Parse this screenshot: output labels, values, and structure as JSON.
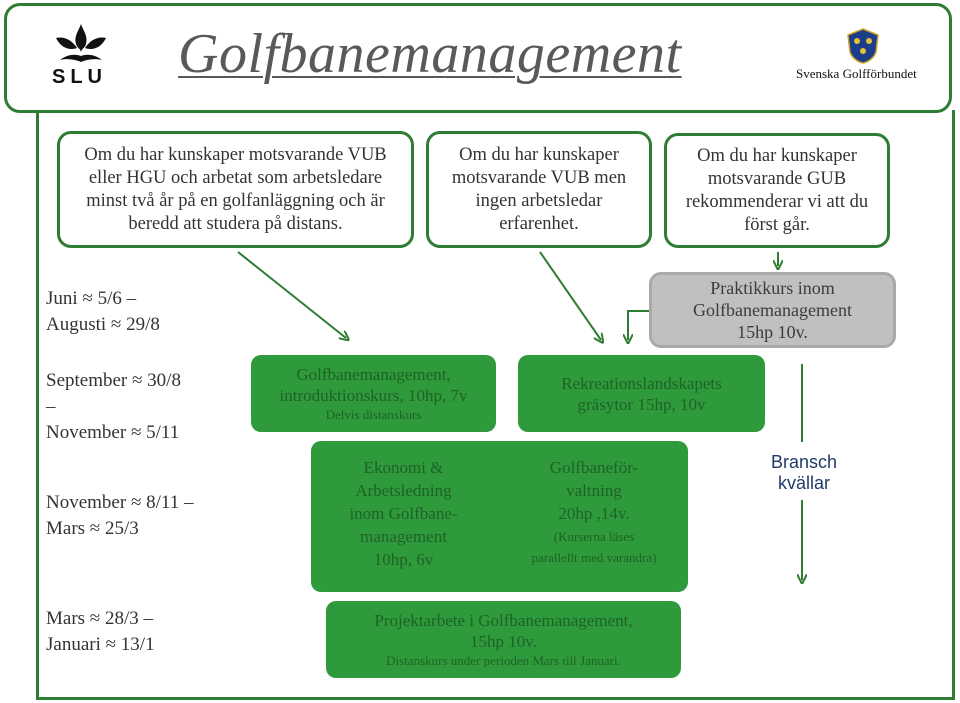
{
  "header": {
    "title": "Golfbanemanagement",
    "left_logo_text": "SLU",
    "right_logo_text": "Svenska Golfförbundet"
  },
  "info_boxes": [
    "Om du har kunskaper motsvarande VUB\neller HGU och arbetat som arbetsledare\nminst två år på en golfanläggning och är\nberedd att studera på distans.",
    "Om du har kunskaper\nmotsvarande VUB men\ningen arbetsledar\nerfarenhet.",
    "Om du har kunskaper\nmotsvarande GUB\nrekommenderar vi att du\nförst går."
  ],
  "dates": [
    "Juni ≈ 5/6 –\nAugusti ≈ 29/8",
    "September ≈ 30/8\n–\nNovember ≈ 5/11",
    "November ≈ 8/11 –\nMars ≈ 25/3",
    "Mars ≈ 28/3 –\nJanuari ≈ 13/1"
  ],
  "courses": {
    "praktik": "Praktikkurs inom\nGolfbanemanagement\n15hp 10v.",
    "intro": {
      "line1": "Golfbanemanagement,\nintroduktionskurs, 10hp, 7v",
      "line2": "Delvis distanskurs"
    },
    "rekreation": {
      "line1": "Rekreationslandskapets\ngräsytor 15hp, 10v",
      "line2": ""
    },
    "ekonomi": {
      "line1": "Ekonomi &\nArbetsledning\ninom Golfbane-\nmanagement\n10hp, 6v",
      "line2": ""
    },
    "forvaltning": {
      "line1": "Golfbaneför-\nvaltning\n20hp ,14v.",
      "line2": "(Kurserna läses\nparallellt med varandra)"
    },
    "projekt": {
      "line1": "Projektarbete i Golfbanemanagement,\n15hp 10v.",
      "line2": "Distanskurs under perioden Mars till Januari."
    }
  },
  "bransch": "Bransch\nkvällar",
  "colors": {
    "green_border": "#2e7d33",
    "course_fill": "#2f9a3b",
    "practice_fill": "#c0c0c0"
  }
}
